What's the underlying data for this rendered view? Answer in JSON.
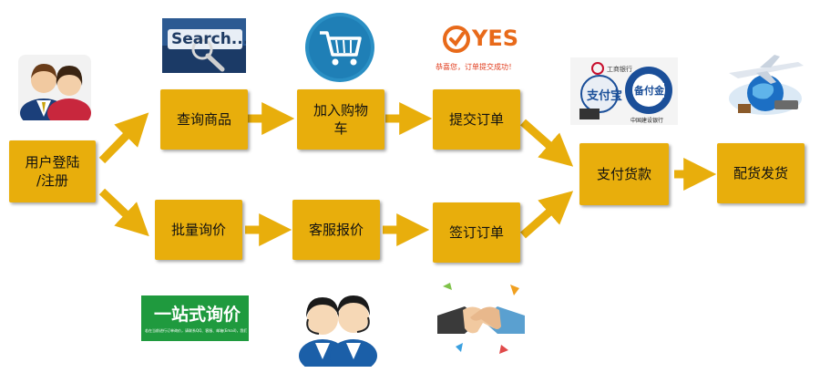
{
  "steps": {
    "login": "用户登陆\n/注册",
    "query": "查询商品",
    "cart": "加入购物\n车",
    "submit": "提交订单",
    "bulk": "批量询价",
    "service": "客服报价",
    "sign": "签订订单",
    "pay": "支付货款",
    "ship": "配货发货"
  },
  "images": {
    "search_text": "Search...",
    "yes_text": "YES",
    "yes_caption": "恭喜您，订单提交成功！",
    "alipay": "支付宝",
    "deposit": "备付金",
    "bank_icbc": "工商银行",
    "bank_ccb": "中国建设银行",
    "inquiry_title": "一站式询价",
    "inquiry_sub": "若在当前进行订单询价，请联系QQ、客服、邮箱(Email)，我们都将及时为您解答！"
  },
  "colors": {
    "box": "#e8ae0c",
    "arrow": "#e8ae0c",
    "inquiry_bg": "#1f9a3e"
  }
}
